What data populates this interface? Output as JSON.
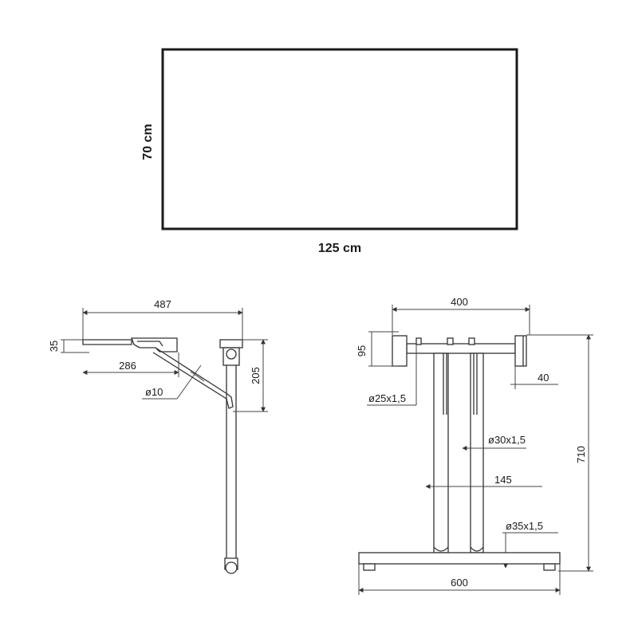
{
  "top_view": {
    "height_label": "70 cm",
    "width_label": "125 cm"
  },
  "side_view": {
    "width_label": "487",
    "height_top_label": "35",
    "arm_length_label": "286",
    "rod_label": "ø10",
    "post_height_label": "205"
  },
  "front_view": {
    "top_width_label": "400",
    "block_height_label": "95",
    "block_offset_label": "40",
    "tube_small_label": "ø25x1,5",
    "tube_mid_label": "ø30x1,5",
    "spacing_label": "145",
    "total_height_label": "710",
    "base_tube_label": "ø35x1,5",
    "base_width_label": "600"
  }
}
